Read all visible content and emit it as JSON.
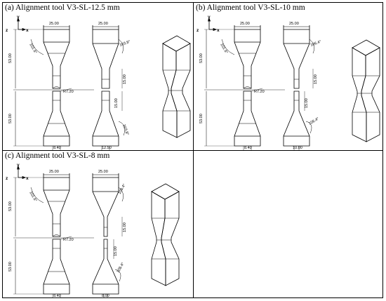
{
  "panels": [
    {
      "id": "a",
      "title": "(a) Alignment tool V3-SL-12.5 mm",
      "axis": {
        "y": "y",
        "z": "z",
        "x": "x"
      },
      "front": {
        "top_width": "25.00",
        "angle": "101.5°",
        "height_top": "53.00",
        "radius": "R7.20",
        "height_bottom": "53.00",
        "bottom_width": "8.40"
      },
      "side": {
        "top_width": "25.00",
        "angle_top": "103.8°",
        "gap_upper": "15.00",
        "gap_lower": "15.00",
        "angle_bottom": "103.8°",
        "bottom_width": "12.50"
      }
    },
    {
      "id": "b",
      "title": "(b) Alignment tool V3-SL-10 mm",
      "axis": {
        "y": "y",
        "z": "z",
        "x": "x"
      },
      "front": {
        "top_width": "25.00",
        "angle": "101.5°",
        "height_top": "53.00",
        "radius": "R7.20",
        "height_bottom": "53.00",
        "bottom_width": "8.40"
      },
      "side": {
        "top_width": "25.00",
        "angle_top": "106.4°",
        "gap_upper": "15.00",
        "gap_lower": "15.00",
        "angle_bottom": "106.4°",
        "bottom_width": "10.00"
      }
    },
    {
      "id": "c",
      "title": "(c) Alignment tool V3-SL-8 mm",
      "axis": {
        "y": "y",
        "z": "z",
        "x": "x"
      },
      "front": {
        "top_width": "25.00",
        "angle": "101.5°",
        "height_top": "53.00",
        "radius": "R7.20",
        "height_bottom": "53.00",
        "bottom_width": "8.40"
      },
      "side": {
        "top_width": "25.00",
        "angle_top": "108.4°",
        "gap_upper": "15.00",
        "gap_lower": "15.00",
        "angle_bottom": "108.4°",
        "bottom_width": "8.00"
      }
    }
  ]
}
